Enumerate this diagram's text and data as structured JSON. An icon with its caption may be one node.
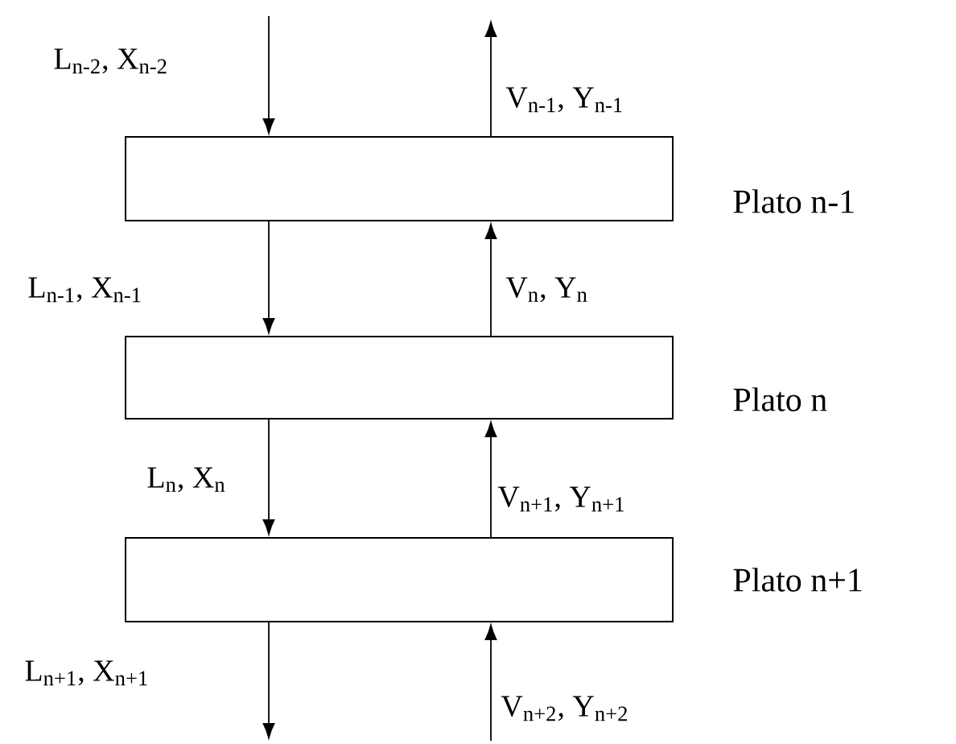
{
  "diagram": {
    "nodes": [
      {
        "text": [],
        "shape": "box",
        "beside": [
          "Plato n-1"
        ]
      },
      {
        "text": [],
        "shape": "box",
        "beside": [
          "Plato n"
        ]
      },
      {
        "text": [],
        "shape": "box",
        "beside": [
          "Plato n+1"
        ]
      }
    ],
    "edges": [
      {
        "from": null,
        "to": 0,
        "arrow": "to",
        "label": "L$_{n-2}$, X$_{n-2}$"
      },
      {
        "from": 0,
        "to": null,
        "arrow": "to",
        "label": "V$_{n-1}$, Y$_{n-1}$"
      },
      {
        "from": 0,
        "to": 1,
        "arrow": "to",
        "label": "L$_{n-1}$, X$_{n-1}$"
      },
      {
        "from": 1,
        "to": 0,
        "arrow": "to",
        "label": "V$_{n}$, Y$_{n}$"
      },
      {
        "from": 1,
        "to": 2,
        "arrow": "to",
        "label": "L$_{n}$, X$_{n}$"
      },
      {
        "from": 2,
        "to": 1,
        "arrow": "to",
        "label": "V$_{n+1}$, Y$_{n+1}$"
      },
      {
        "from": 2,
        "to": null,
        "arrow": "to",
        "label": "L$_{n+1}$, X$_{n+1}$"
      },
      {
        "from": null,
        "to": 2,
        "arrow": "to",
        "label": "V$_{n+2}$, Y$_{n+2}$"
      }
    ]
  }
}
